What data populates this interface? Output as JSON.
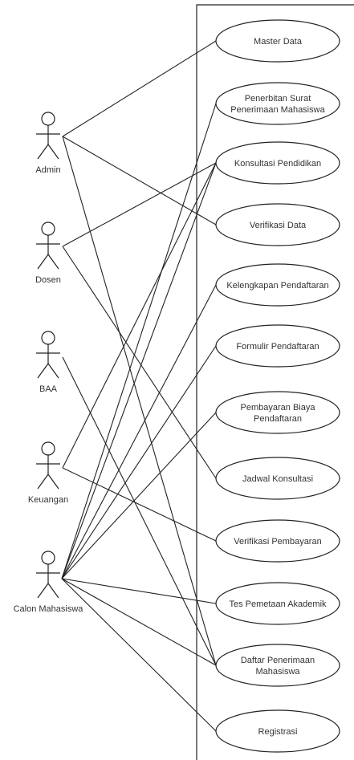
{
  "actors": [
    {
      "id": "admin",
      "name": "Admin"
    },
    {
      "id": "dosen",
      "name": "Dosen"
    },
    {
      "id": "baa",
      "name": "BAA"
    },
    {
      "id": "keuangan",
      "name": "Keuangan"
    },
    {
      "id": "calon",
      "name": "Calon Mahasiswa"
    }
  ],
  "use_cases": [
    {
      "id": "master-data",
      "lines": [
        "Master Data"
      ]
    },
    {
      "id": "penerbitan-surat",
      "lines": [
        "Penerbitan Surat",
        "Penerimaan Mahasiswa"
      ]
    },
    {
      "id": "konsultasi-pendidikan",
      "lines": [
        "Konsultasi Pendidikan"
      ]
    },
    {
      "id": "verifikasi-data",
      "lines": [
        "Verifikasi Data"
      ]
    },
    {
      "id": "kelengkapan-pendaftaran",
      "lines": [
        "Kelengkapan Pendaftaran"
      ]
    },
    {
      "id": "formulir-pendaftaran",
      "lines": [
        "Formulir Pendaftaran"
      ]
    },
    {
      "id": "pembayaran-biaya",
      "lines": [
        "Pembayaran Biaya",
        "Pendaftaran"
      ]
    },
    {
      "id": "jadwal-konsultasi",
      "lines": [
        "Jadwal Konsultasi"
      ]
    },
    {
      "id": "verifikasi-pembayaran",
      "lines": [
        "Verifikasi Pembayaran"
      ]
    },
    {
      "id": "tes-pemetaan",
      "lines": [
        "Tes Pemetaan Akademik"
      ]
    },
    {
      "id": "daftar-penerimaan",
      "lines": [
        "Daftar Penerimaan",
        "Mahasiswa"
      ]
    },
    {
      "id": "registrasi",
      "lines": [
        "Registrasi"
      ]
    }
  ],
  "associations": [
    [
      "admin",
      "master-data"
    ],
    [
      "admin",
      "verifikasi-data"
    ],
    [
      "admin",
      "daftar-penerimaan"
    ],
    [
      "dosen",
      "konsultasi-pendidikan"
    ],
    [
      "dosen",
      "jadwal-konsultasi"
    ],
    [
      "baa",
      "daftar-penerimaan"
    ],
    [
      "keuangan",
      "konsultasi-pendidikan"
    ],
    [
      "keuangan",
      "verifikasi-pembayaran"
    ],
    [
      "calon",
      "penerbitan-surat"
    ],
    [
      "calon",
      "konsultasi-pendidikan"
    ],
    [
      "calon",
      "kelengkapan-pendaftaran"
    ],
    [
      "calon",
      "formulir-pendaftaran"
    ],
    [
      "calon",
      "pembayaran-biaya"
    ],
    [
      "calon",
      "tes-pemetaan"
    ],
    [
      "calon",
      "daftar-penerimaan"
    ],
    [
      "calon",
      "registrasi"
    ]
  ]
}
